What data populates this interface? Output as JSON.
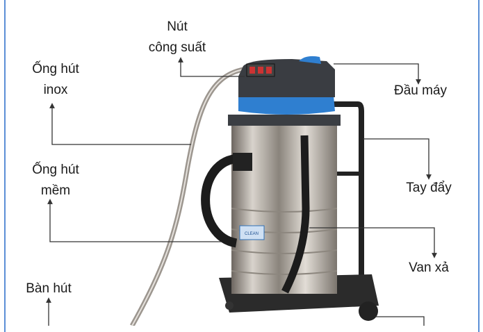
{
  "labels": {
    "power_button": {
      "line1": "Nút",
      "line2": "công suất"
    },
    "steel_tube": {
      "line1": "Ống hút",
      "line2": "inox"
    },
    "motor_head": "Đầu máy",
    "push_handle": "Tay đẩy",
    "soft_hose": {
      "line1": "Ống hút",
      "line2": "mềm"
    },
    "drain_valve": "Van xả",
    "floor_nozzle": "Bàn hút"
  },
  "tank_badge": "CLEAN",
  "colors": {
    "frame": "#5b8fd6",
    "blue_ring": "#2f7fd0",
    "head": "#3a3d42",
    "steel": "#b9b4ad"
  }
}
